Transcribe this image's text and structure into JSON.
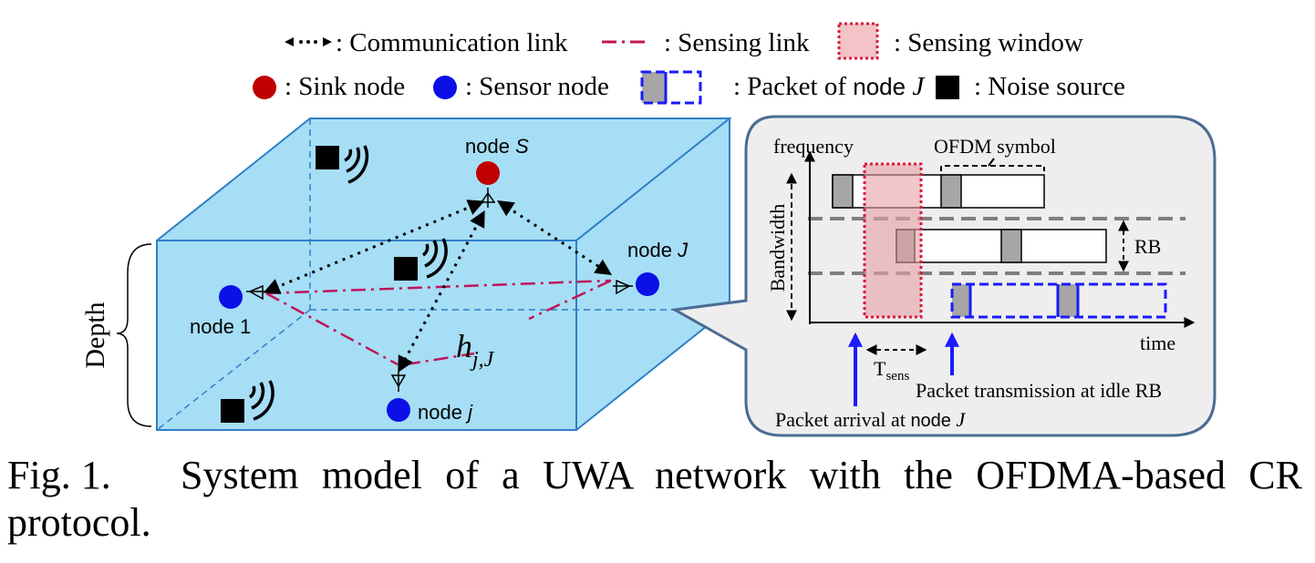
{
  "legend": {
    "communication_link": ": Communication link",
    "sensing_link": ": Sensing link",
    "sensing_window": ": Sensing window",
    "sink_node": ": Sink node",
    "sensor_node": ": Sensor node",
    "packet_of_node_prefix": ": Packet of ",
    "packet_of_node_word": "node",
    "packet_of_node_var": "J",
    "noise_source": ": Noise source"
  },
  "network": {
    "node_s_word": "node",
    "node_s_var": "S",
    "node_J_word": "node",
    "node_J_var": "J",
    "node_1": "node 1",
    "node_j_word": "node",
    "node_j_var": "j",
    "channel_var": "h",
    "channel_sub": "j,J",
    "depth": "Depth"
  },
  "inset": {
    "frequency": "frequency",
    "ofdm_symbol": "OFDM symbol",
    "bandwidth": "Bandwidth",
    "rb": "RB",
    "time": "time",
    "t_sens_main": "T",
    "t_sens_sub": "sens",
    "packet_transmission": "Packet transmission at idle RB",
    "packet_arrival_prefix": "Packet arrival at ",
    "packet_arrival_word": "node",
    "packet_arrival_var": "J"
  },
  "colors": {
    "water": "#a6def5",
    "sink": "#c00000",
    "sensor": "#0a10e6",
    "sensing_link": "#c0145a",
    "sensing_window_fill": "#f2c3c7",
    "sensing_window_border": "#d81b3c",
    "inset_bg": "#eeeeee",
    "inset_border": "#4b6c92",
    "packet_gray": "#a6a6a6"
  },
  "caption": {
    "label": "Fig. 1.",
    "text": "System model of a UWA network with the OFDMA-based CR protocol."
  }
}
